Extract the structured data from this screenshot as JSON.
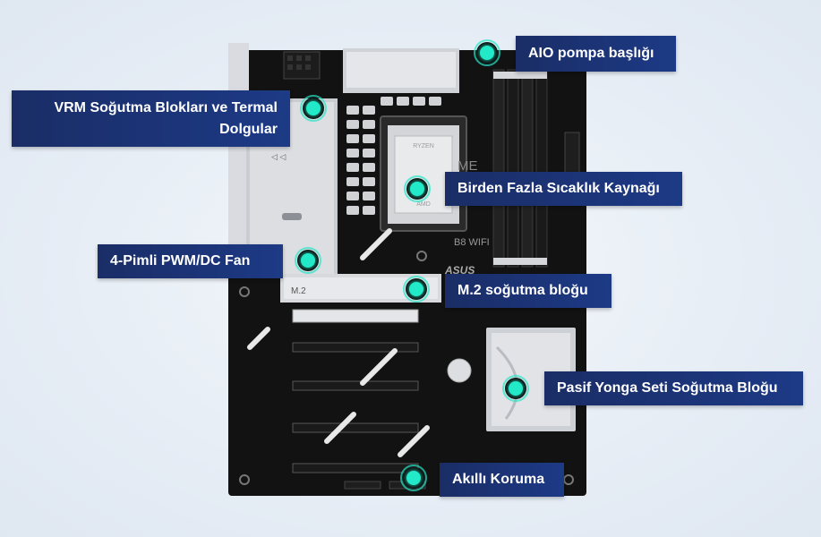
{
  "colors": {
    "callout_bg": "#1d3a86",
    "hotspot": "#22e9c8",
    "board_pcb": "#111111",
    "heatsink": "#c9ccd1"
  },
  "board": {
    "cpu_label_top": "RYZEN",
    "cpu_label_bottom": "AMD",
    "model_text": "B8 WIFI",
    "me_text": "ME",
    "m2_text": "M.2",
    "brand_logo": "ASUS"
  },
  "callouts": [
    {
      "id": "aio-pump-header",
      "text": "AIO pompa başlığı"
    },
    {
      "id": "vrm-heatsinks",
      "text": "VRM Soğutma Blokları ve Termal Dolgular"
    },
    {
      "id": "multi-temp-sources",
      "text": "Birden Fazla Sıcaklık Kaynağı"
    },
    {
      "id": "fan-header",
      "text": "4-Pimli PWM/DC Fan"
    },
    {
      "id": "m2-heatsink",
      "text": "M.2 soğutma bloğu"
    },
    {
      "id": "chipset-heatsink",
      "text": "Pasif Yonga Seti Soğutma Bloğu"
    },
    {
      "id": "smart-protection",
      "text": "Akıllı Koruma"
    }
  ]
}
